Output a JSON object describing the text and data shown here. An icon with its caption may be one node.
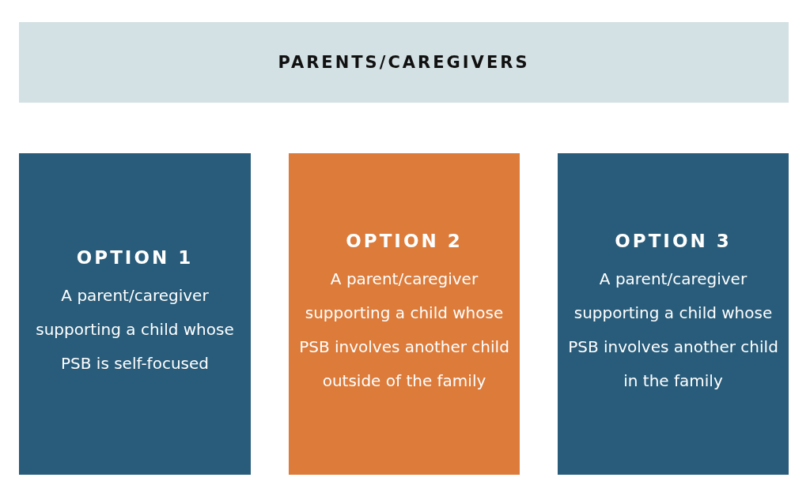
{
  "diagram": {
    "nodes": [
      {
        "text": [
          "PARENTS/CAREGIVERS"
        ]
      },
      {
        "text": [
          "OPTION 1",
          "A parent/caregiver supporting a child whose PSB is self-focused"
        ]
      },
      {
        "text": [
          "OPTION 2",
          "A parent/caregiver supporting a child whose PSB involves another child outside of the family"
        ]
      },
      {
        "text": [
          "OPTION 3",
          "A parent/caregiver supporting a child whose PSB involves another child in the family"
        ]
      }
    ]
  }
}
